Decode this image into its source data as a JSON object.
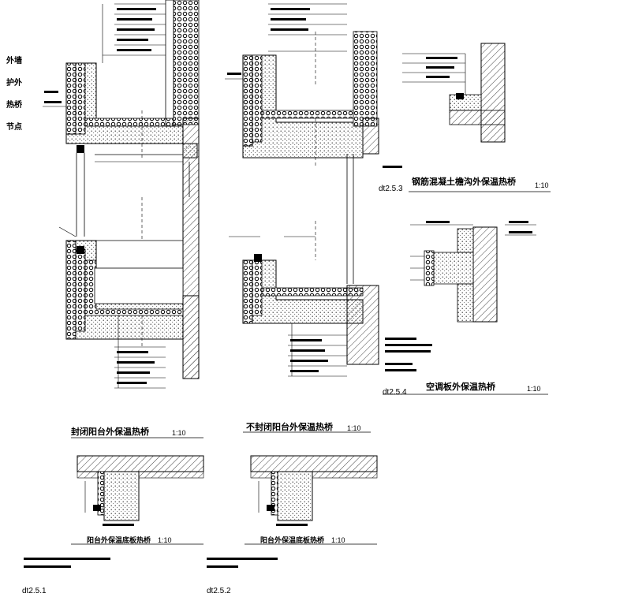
{
  "side_label": [
    "外墙",
    "护外",
    "热桥",
    "节点"
  ],
  "details": {
    "roof_parapet": {
      "title": "钢筋混凝土檐沟外保温热桥",
      "scale": "1:10",
      "code": "dt2.5.3"
    },
    "ac_panel": {
      "title": "空调板外保温热桥",
      "scale": "1:10",
      "code": "dt2.5.4"
    },
    "closed_balcony": {
      "title": "封闭阳台外保温热桥",
      "scale": "1:10"
    },
    "open_balcony": {
      "title": "不封闭阳台外保温热桥",
      "scale": "1:10"
    },
    "balcony_bottom_1": {
      "title": "阳台外保温底板热桥",
      "scale": "1:10",
      "code": "dt2.5.1"
    },
    "balcony_bottom_2": {
      "title": "阳台外保温底板热桥",
      "scale": "1:10",
      "code": "dt2.5.2"
    }
  },
  "colors": {
    "line": "#000000",
    "hatch": "#444444",
    "background": "#ffffff"
  }
}
